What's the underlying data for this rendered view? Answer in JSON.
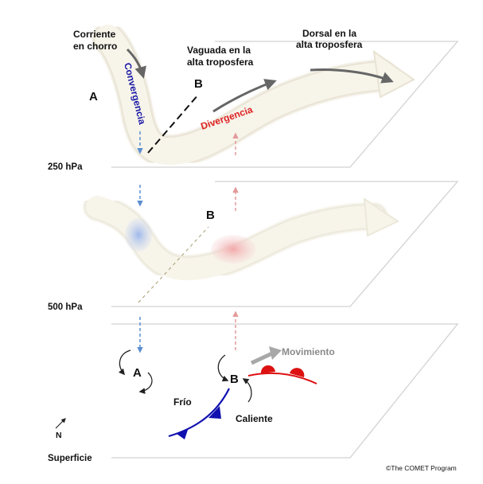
{
  "labels": {
    "jet_line1": "Corriente",
    "jet_line2": "en chorro",
    "trough_line1": "Vaguada en la",
    "trough_line2": "alta troposfera",
    "ridge_line1": "Dorsal en la",
    "ridge_line2": "alta troposfera",
    "convergence": "Convergencia",
    "divergence": "Divergencia",
    "high_upper": "A",
    "low_upper": "B",
    "low_mid": "B",
    "high_surface": "A",
    "low_surface": "B",
    "movement": "Movimiento",
    "cold": "Frío",
    "warm": "Caliente",
    "north": "N",
    "copyright": "©The COMET Program"
  },
  "levels": {
    "upper": "250 hPa",
    "mid": "500 hPa",
    "surface": "Superficie"
  },
  "colors": {
    "convergence": "#1a1aa6",
    "divergence": "#dd2222",
    "cold_front": "#1010b0",
    "warm_front": "#dd1111",
    "flow_band": "#f7f4ea",
    "flow_arrow": "#666666",
    "descending_arrow": "#5b8fd0",
    "ascending_arrow": "#e8a0a0"
  }
}
